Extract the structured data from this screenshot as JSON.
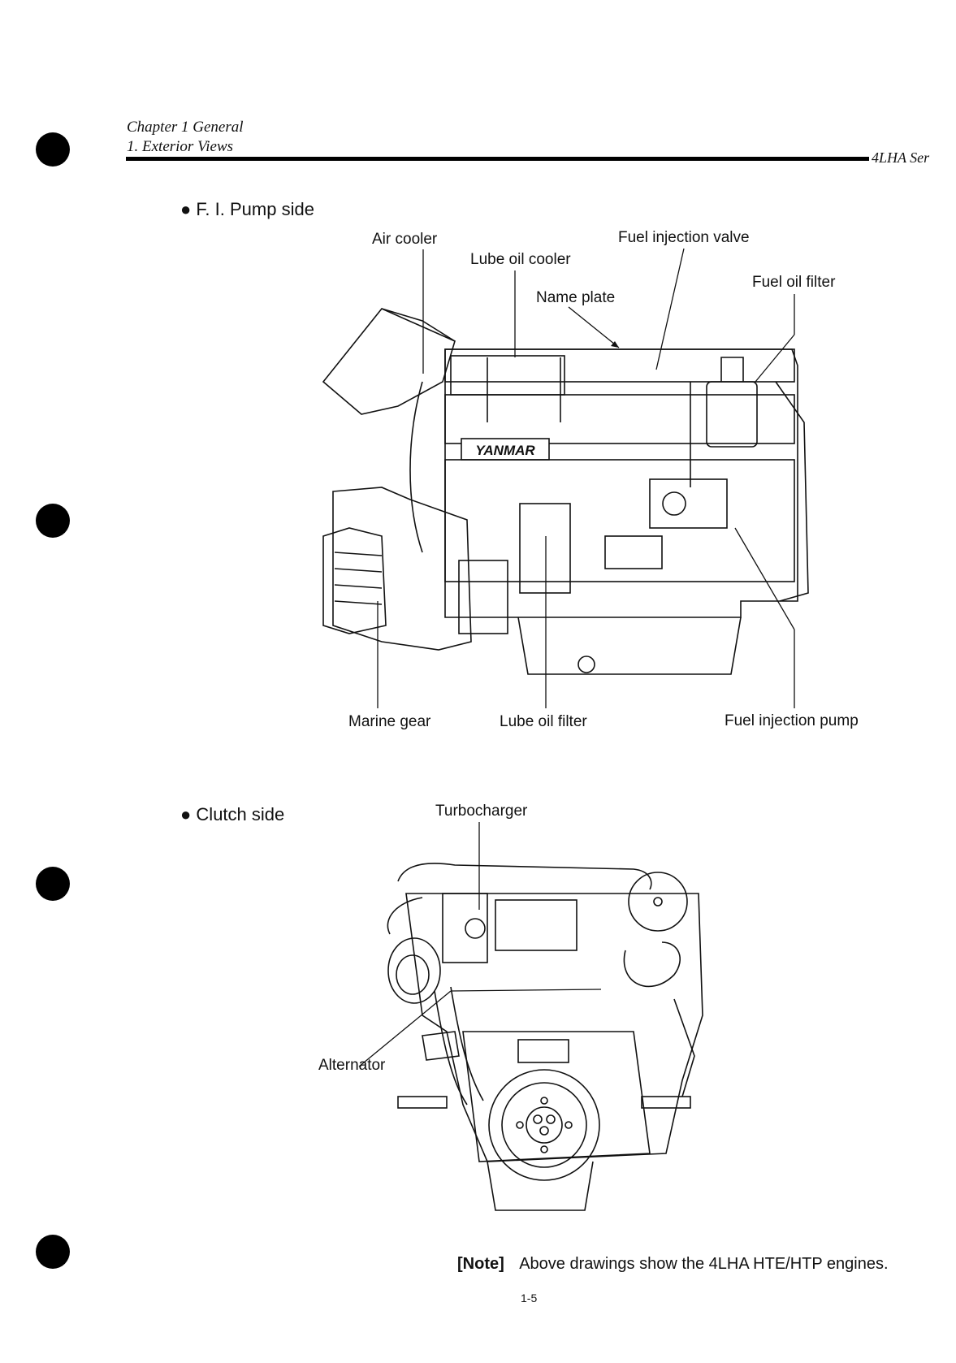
{
  "header": {
    "chapter": "Chapter 1 General",
    "section": "1. Exterior Views",
    "series": "4LHA Ser"
  },
  "fi_pump_side": {
    "heading": "F. I. Pump side",
    "labels": {
      "air_cooler": "Air cooler",
      "lube_oil_cooler": "Lube oil cooler",
      "name_plate": "Name plate",
      "fuel_injection_valve": "Fuel injection valve",
      "fuel_oil_filter": "Fuel oil filter",
      "marine_gear": "Marine gear",
      "lube_oil_filter": "Lube oil filter",
      "fuel_injection_pump": "Fuel injection pump"
    },
    "brand_plate": "YANMAR"
  },
  "clutch_side": {
    "heading": "Clutch side",
    "labels": {
      "turbocharger": "Turbocharger",
      "alternator": "Alternator"
    }
  },
  "note": {
    "tag": "[Note]",
    "text": "Above drawings show the 4LHA HTE/HTP engines."
  },
  "page_number": "1-5"
}
